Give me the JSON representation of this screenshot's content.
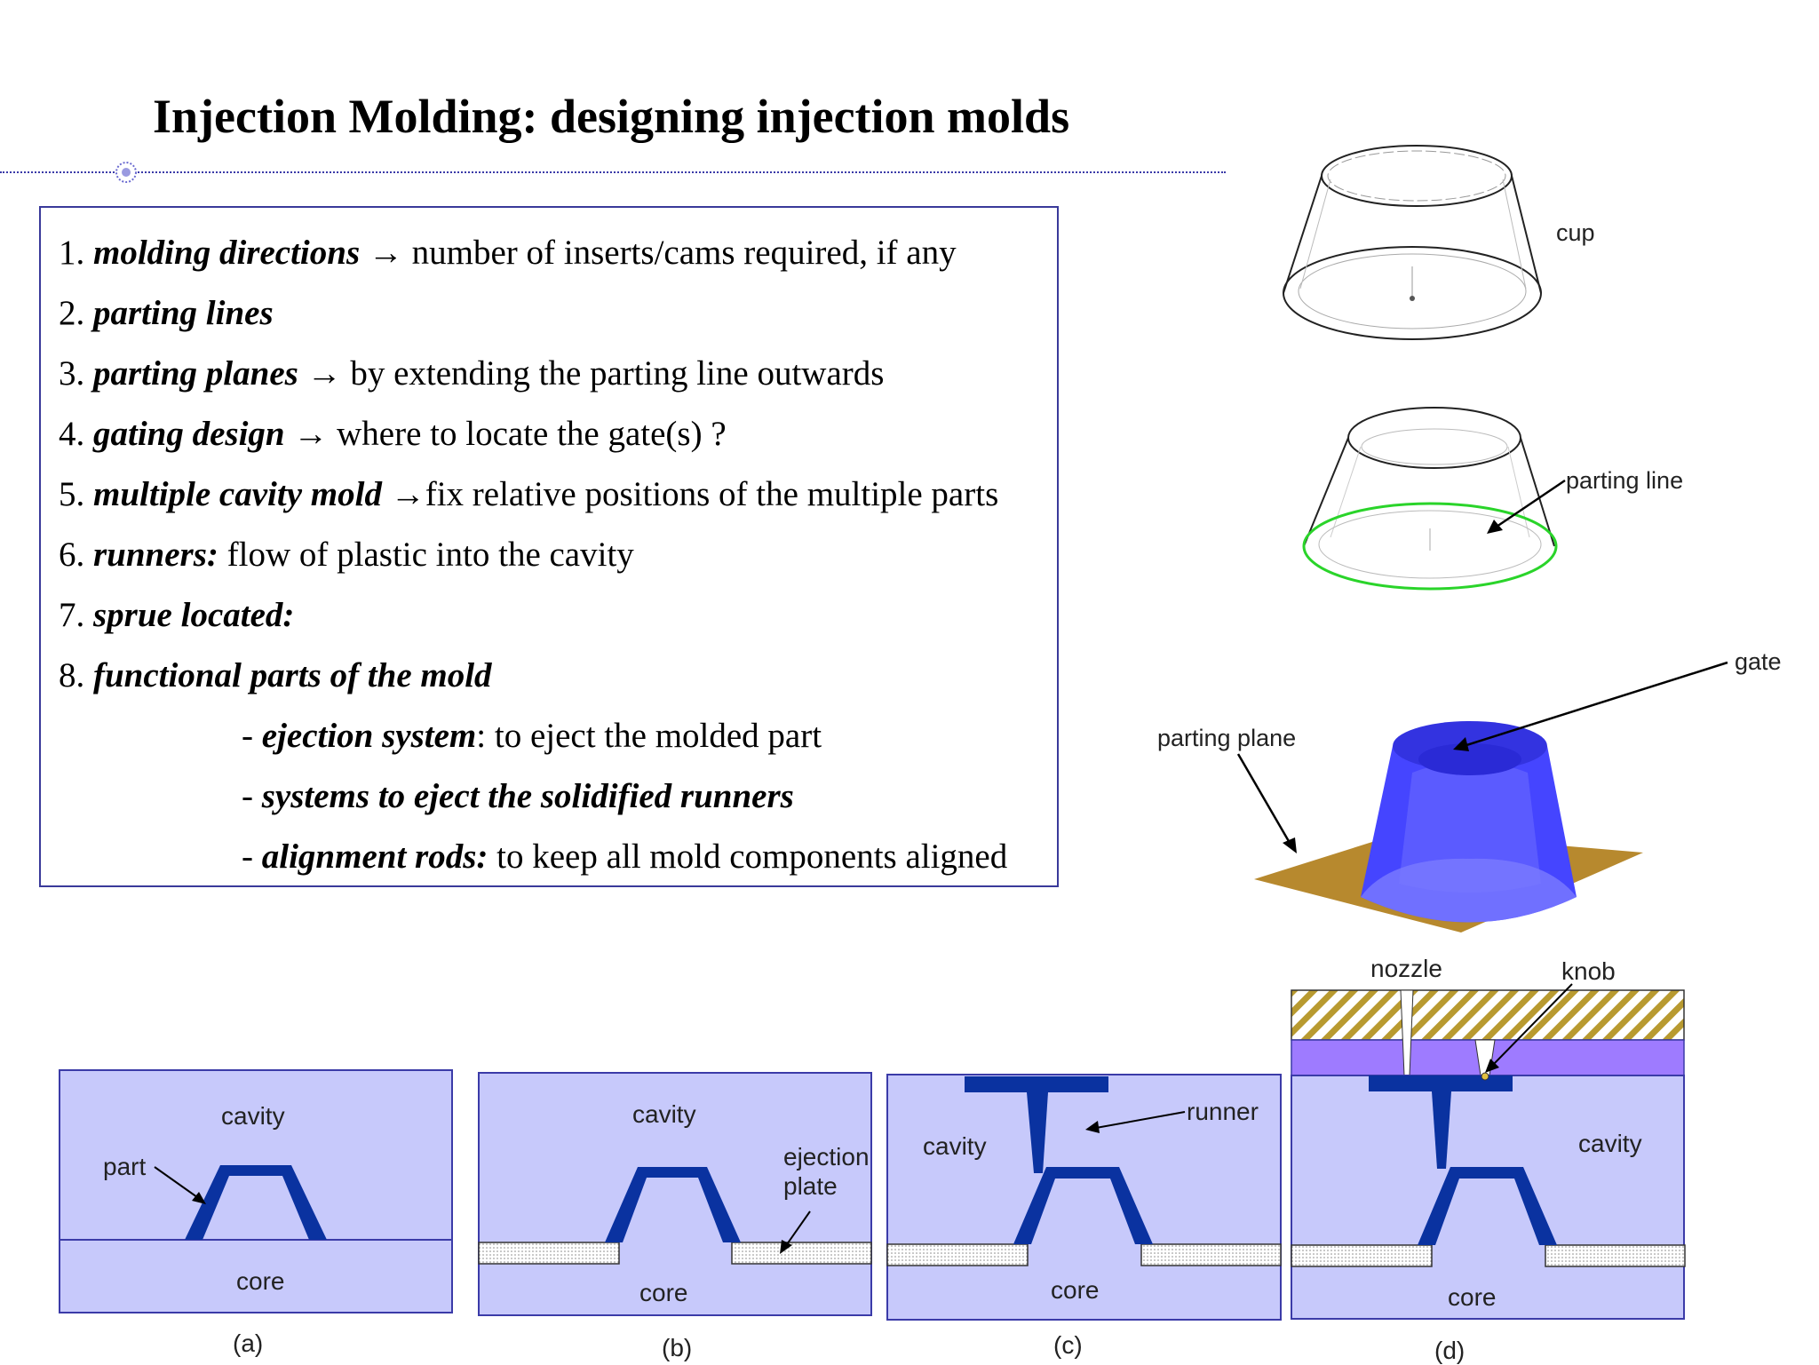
{
  "title": "Injection Molding: designing injection molds",
  "list": [
    {
      "num": "1.",
      "term": "molding directions",
      "arrow": "→",
      "text": "number of inserts/cams required, if any"
    },
    {
      "num": "2.",
      "term": "parting lines",
      "arrow": "",
      "text": ""
    },
    {
      "num": "3.",
      "term": "parting planes",
      "arrow": "→",
      "text": "by extending the parting line outwards"
    },
    {
      "num": "4.",
      "term": "gating design",
      "arrow": "→",
      "text": "where to locate the gate(s) ?"
    },
    {
      "num": "5.",
      "term": "multiple cavity mold",
      "arrow": "→",
      "text": "fix relative positions of the multiple parts"
    },
    {
      "num": "6.",
      "term": "runners:",
      "arrow": "",
      "text": "flow of plastic into the cavity"
    },
    {
      "num": "7.",
      "term": "sprue located:",
      "arrow": "",
      "text": ""
    },
    {
      "num": "8.",
      "term": "functional parts of the mold",
      "arrow": "",
      "text": ""
    }
  ],
  "sublist": [
    {
      "dash": "-",
      "term": "ejection system",
      "text": ": to eject the molded part"
    },
    {
      "dash": "-",
      "term": "systems to eject the solidified runners",
      "text": ""
    },
    {
      "dash": "-",
      "term": "alignment rods:",
      "text": "to keep all mold components aligned"
    }
  ],
  "figures": {
    "cup": "cup",
    "parting_line": "parting line",
    "parting_plane": "parting plane",
    "gate": "gate"
  },
  "panels": {
    "a": {
      "cavity": "cavity",
      "core": "core",
      "part": "part",
      "caption": "(a)"
    },
    "b": {
      "cavity": "cavity",
      "core": "core",
      "ejection_plate": [
        "ejection",
        "plate"
      ],
      "caption": "(b)"
    },
    "c": {
      "cavity": "cavity",
      "core": "core",
      "runner": "runner",
      "caption": "(c)"
    },
    "d": {
      "cavity": "cavity",
      "core": "core",
      "nozzle": "nozzle",
      "knob": "knob",
      "caption": "(d)"
    }
  },
  "colors": {
    "mold_fill": "#c7c9fb",
    "mold_border": "#3b3ba8",
    "part_blue": "#0a32a0",
    "plate_purple": "#9e7bff",
    "hatch_gold": "#b89a30",
    "parting_green": "#2ad42a",
    "plane_brown": "#b7892e",
    "cup_blue": "#4545ff"
  }
}
